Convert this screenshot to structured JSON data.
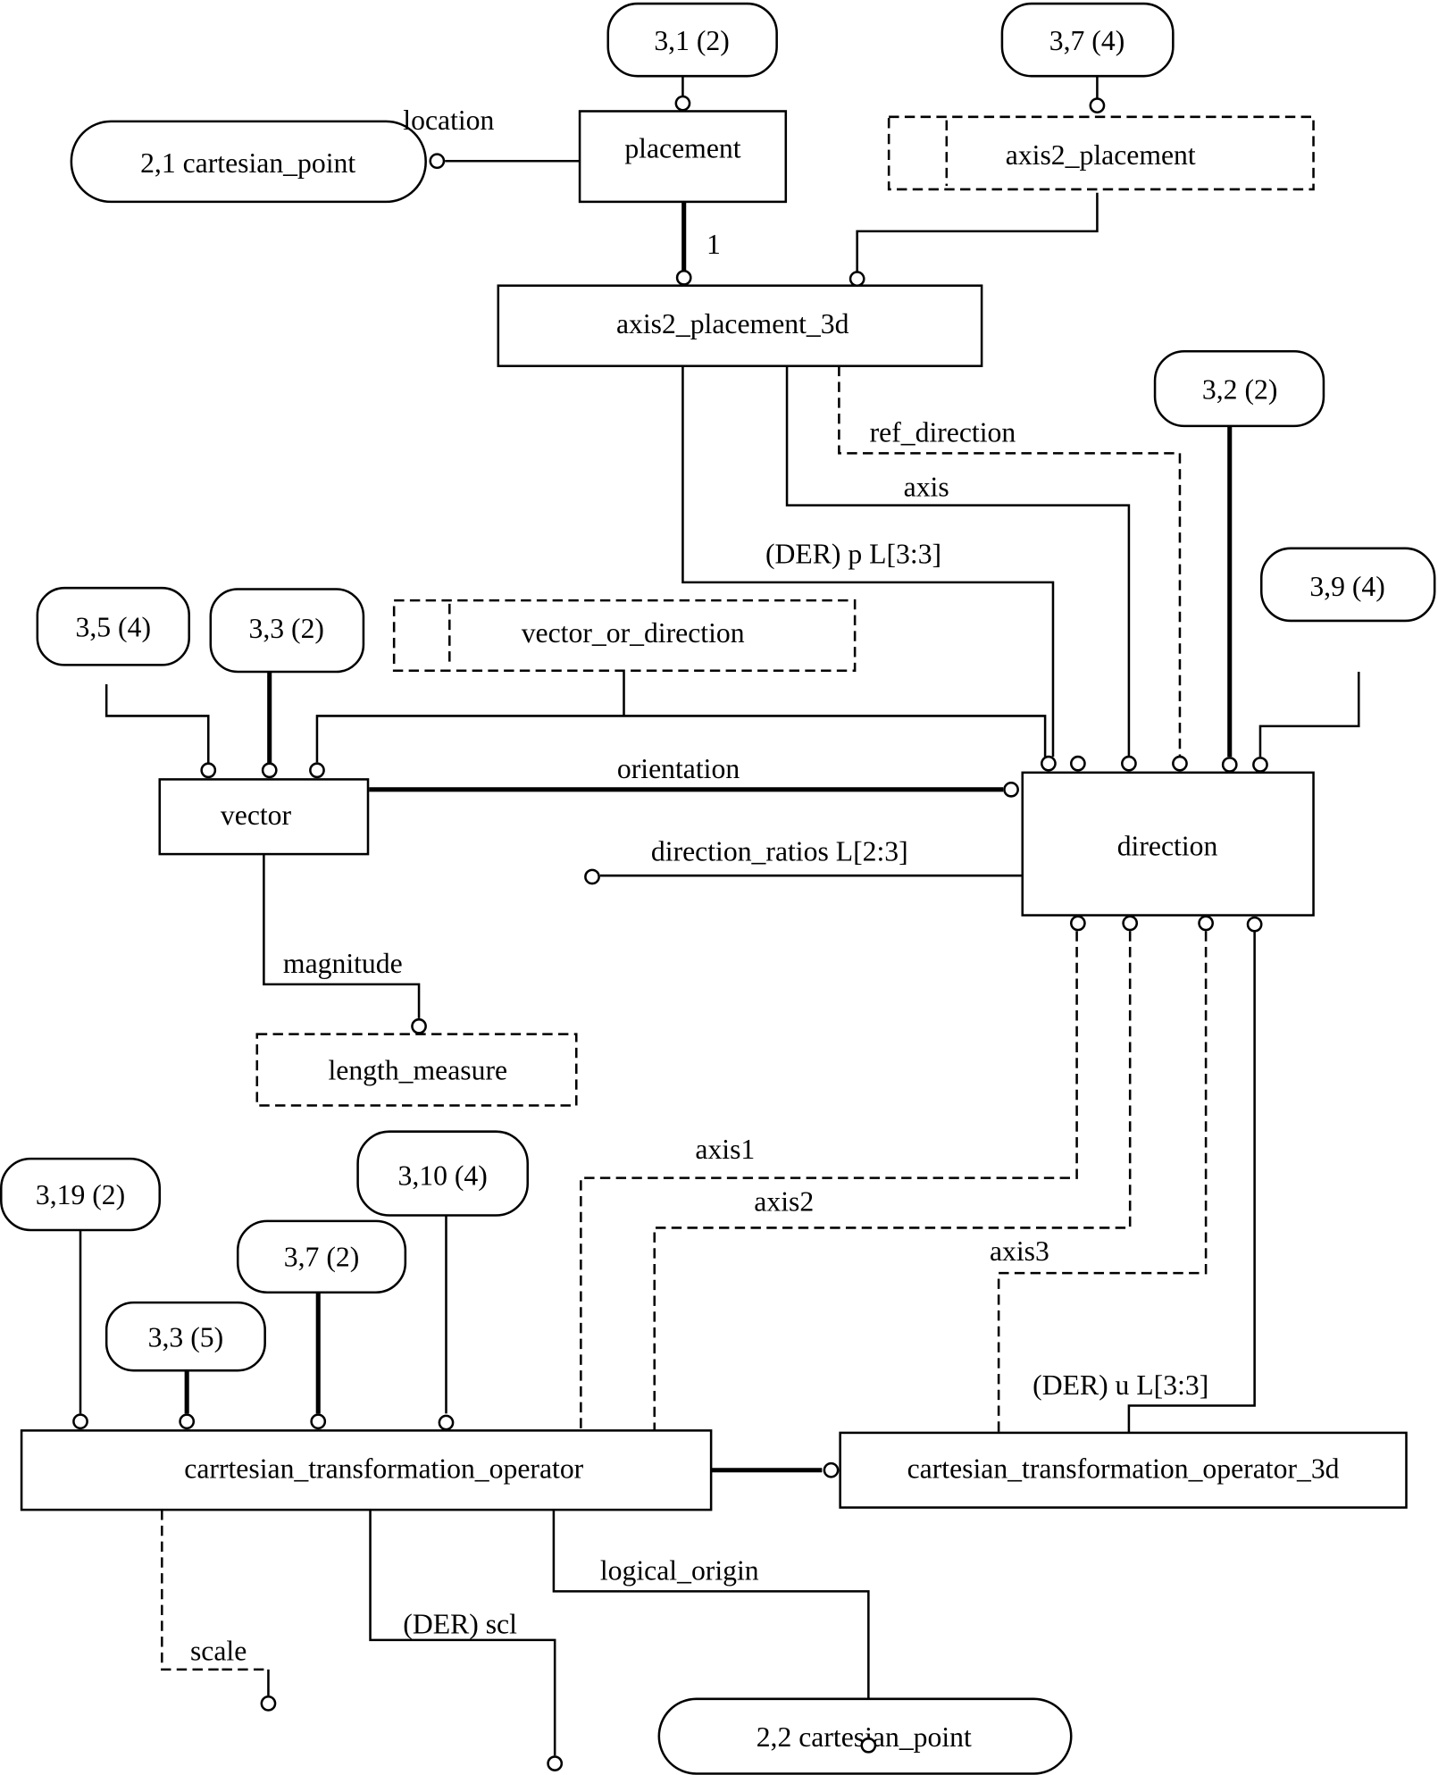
{
  "diagram": {
    "entities": {
      "placement": "placement",
      "axis2_placement_3d": "axis2_placement_3d",
      "vector": "vector",
      "direction": "direction",
      "cto": "carrtesian_transformation_operator",
      "cto3d": "cartesian_transformation_operator_3d"
    },
    "select_types": {
      "axis2_placement": "axis2_placement",
      "vector_or_direction": "vector_or_direction"
    },
    "defined_types": {
      "length_measure": "length_measure"
    },
    "page_refs": {
      "r31": "3,1 (2)",
      "r37_4": "3,7 (4)",
      "r32": "3,2 (2)",
      "r39": "3,9 (4)",
      "r35": "3,5 (4)",
      "r33_2": "3,3 (2)",
      "r319": "3,19 (2)",
      "r310": "3,10 (4)",
      "r37_2": "3,7 (2)",
      "r33_5": "3,3 (5)",
      "cp21": "2,1 cartesian_point",
      "cp22": "2,2 cartesian_point"
    },
    "relations": {
      "location": "location",
      "one": "1",
      "ref_direction": "ref_direction",
      "axis": "axis",
      "der_p": "(DER) p L[3:3]",
      "orientation": "orientation",
      "direction_ratios": "direction_ratios L[2:3]",
      "magnitude": "magnitude",
      "axis1": "axis1",
      "axis2": "axis2",
      "axis3": "axis3",
      "der_u": "(DER) u L[3:3]",
      "logical_origin": "logical_origin",
      "der_scl": "(DER) scl",
      "scale": "scale"
    }
  }
}
